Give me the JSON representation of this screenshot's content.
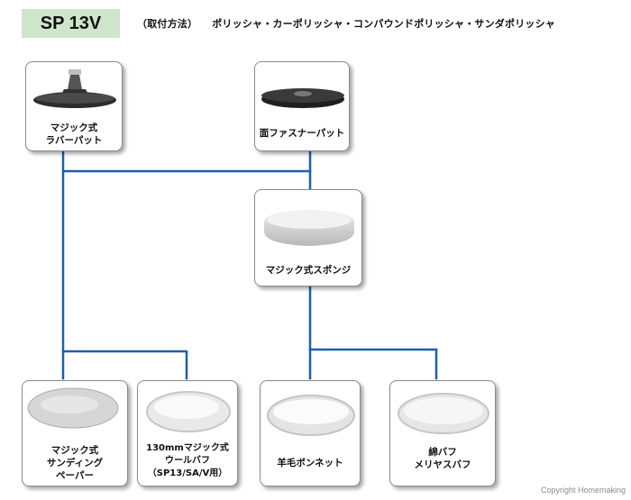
{
  "header": {
    "model": "SP 13V",
    "mount_method": "（取付方法）",
    "uses": "ポリッシャ・カーポリッシャ・コンパウンドポリッシャ・サンダポリッシャ"
  },
  "parts": {
    "rubber_pad": {
      "line1": "マジック式",
      "line2": "ラバーパット"
    },
    "fastener_pad": {
      "line1": "面ファスナーパット"
    },
    "sponge": {
      "line1": "マジック式スポンジ"
    },
    "sanding_paper": {
      "line1": "マジック式",
      "line2": "サンディング",
      "line3": "ペーパー"
    },
    "wool_buff": {
      "line1": "130mmマジック式",
      "line2": "ウールバフ",
      "line3": "（SP13/SA/V用）"
    },
    "bonnet": {
      "line1": "羊毛ボンネット"
    },
    "cotton_buff": {
      "line1": "綿バフ",
      "line2": "メリヤスバフ"
    }
  },
  "colors": {
    "connector": "#1e5fad",
    "badge": "#cfe6cd"
  },
  "copyright": "Copyright  Homemaking"
}
